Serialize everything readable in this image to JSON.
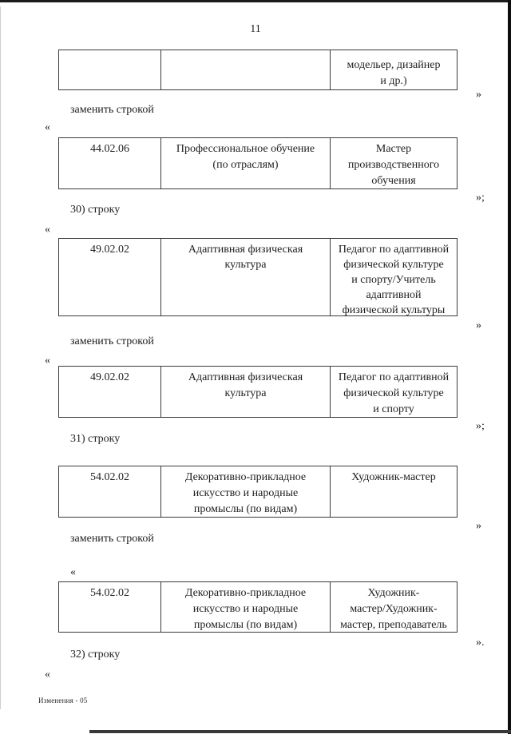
{
  "page": {
    "number": "11",
    "footer_note": "Изменения - 05"
  },
  "marks": {
    "open_quote": "«",
    "close_quote": "»",
    "close_quote_semicolon": "»;",
    "close_quote_period": "»."
  },
  "text": {
    "replace_row_1": "заменить строкой",
    "replace_row_2": "заменить строкой",
    "replace_row_3": "заменить строкой",
    "item_30": "30) строку",
    "item_31": "31) строку",
    "item_32": "32) строку"
  },
  "tables": [
    {
      "label": "fragment-previous-row",
      "cells": [
        "",
        "",
        "модельер, дизайнер\nи др.)"
      ]
    },
    {
      "label": "row-44-02-06",
      "cells": [
        "44.02.06",
        "Профессиональное обучение\n(по отраслям)",
        "Мастер\nпроизводственного\nобучения"
      ]
    },
    {
      "label": "row-49-02-02-old",
      "cells": [
        "49.02.02",
        "Адаптивная физическая\nкультура",
        "Педагог по адаптивной\nфизической культуре\nи спорту/Учитель\nадаптивной\nфизической культуры"
      ]
    },
    {
      "label": "row-49-02-02-new",
      "cells": [
        "49.02.02",
        "Адаптивная физическая\nкультура",
        "Педагог по адаптивной\nфизической культуре\nи спорту"
      ]
    },
    {
      "label": "row-54-02-02-old",
      "cells": [
        "54.02.02",
        "Декоративно-прикладное\nискусство и народные\nпромыслы (по видам)",
        "Художник-мастер"
      ]
    },
    {
      "label": "row-54-02-02-new",
      "cells": [
        "54.02.02",
        "Декоративно-прикладное\nискусство и народные\nпромыслы (по видам)",
        "Художник-\nмастер/Художник-\nмастер, преподаватель"
      ]
    }
  ]
}
